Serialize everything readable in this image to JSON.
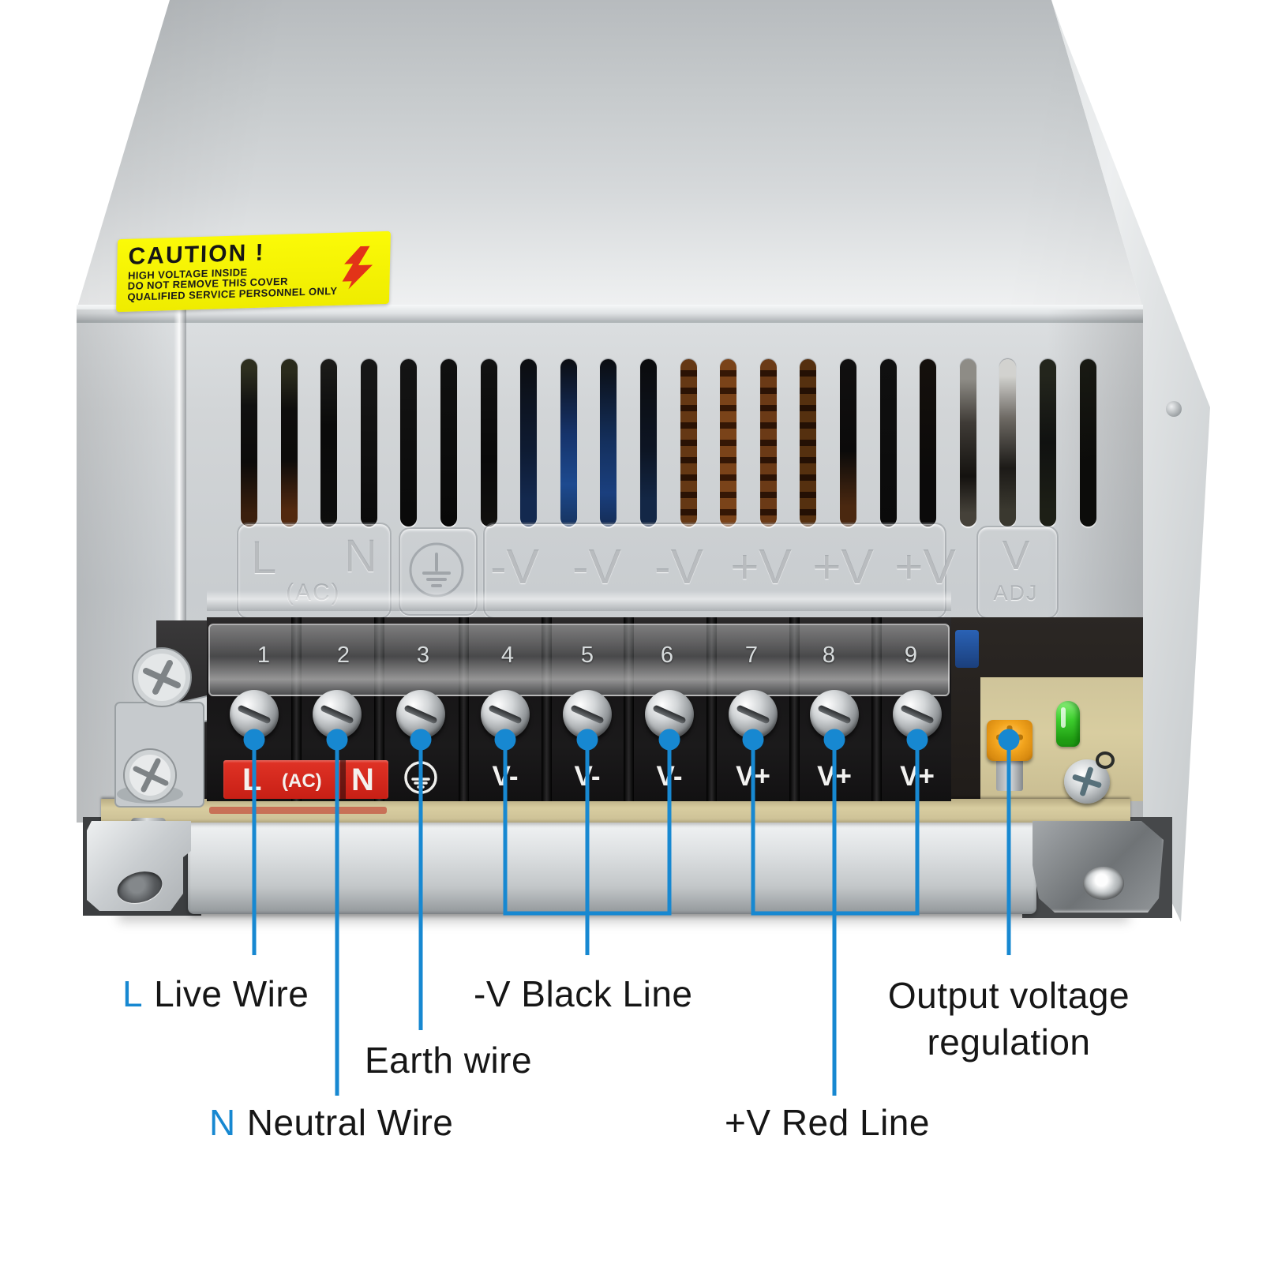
{
  "caution_label": {
    "title": "CAUTION !",
    "line1": "HIGH VOLTAGE INSIDE",
    "line2": "DO NOT REMOVE THIS COVER",
    "line3": "QUALIFIED SERVICE PERSONNEL ONLY"
  },
  "embossed_markings": {
    "live": "L",
    "neutral": "N",
    "ac": "(AC)",
    "output_terminals": [
      "-V",
      "-V",
      "-V",
      "+V",
      "+V",
      "+V"
    ],
    "voltage_adjust_v": "V",
    "voltage_adjust_adj": "ADJ"
  },
  "terminal_block": {
    "cover_numbers": [
      "1",
      "2",
      "3",
      "4",
      "5",
      "6",
      "7",
      "8",
      "9"
    ],
    "live": "L",
    "ac": "(AC)",
    "neutral": "N",
    "outputs": [
      "V-",
      "V-",
      "V-",
      "V+",
      "V+",
      "V+"
    ]
  },
  "annotations": {
    "live_prefix": "L",
    "live": "Live Wire",
    "neutral_prefix": "N",
    "neutral": "Neutral Wire",
    "earth": "Earth wire",
    "v_minus": "-V Black Line",
    "v_plus": "+V Red Line",
    "output_line1": "Output voltage",
    "output_line2": "regulation"
  },
  "colors": {
    "annotation_blue": "#1788d1",
    "terminal_label_red": "#d5281b",
    "caution_yellow": "#f7f400",
    "bolt_red": "#e23318",
    "pcb_tan": "#d8cda0",
    "led_green": "#35c32a",
    "potentiometer_orange": "#f2a41d"
  }
}
